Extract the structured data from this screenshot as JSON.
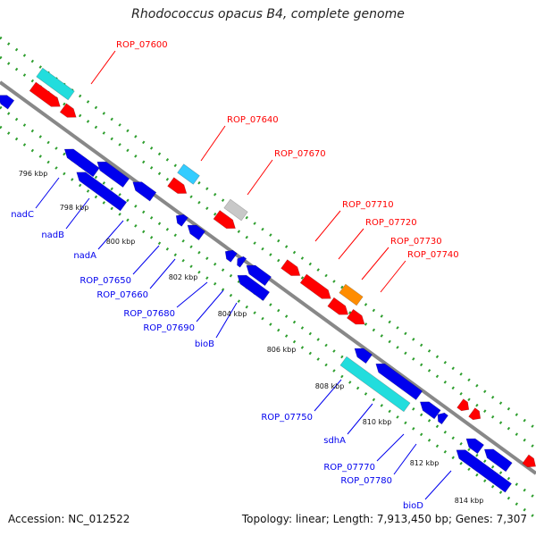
{
  "title": "Rhodococcus opacus B4, complete genome",
  "footer": {
    "accession": "Accession: NC_012522",
    "topology": "Topology: linear; Length: 7,913,450 bp; Genes: 7,307"
  },
  "colors": {
    "forward_gene": "#ff0000",
    "reverse_gene": "#0000ee",
    "rna_light": "#33ccff",
    "rna_cyan": "#22dddd",
    "pseudo_gray": "#c8c8c8",
    "orange": "#ff8c00",
    "backbone": "#888888",
    "tick_dots": "#2e9e2e"
  },
  "kbp_labels": [
    "796 kbp",
    "798 kbp",
    "800 kbp",
    "802 kbp",
    "804 kbp",
    "806 kbp",
    "808 kbp",
    "810 kbp",
    "812 kbp",
    "814 kbp"
  ],
  "forward_labels": [
    "ROP_07600",
    "ROP_07640",
    "ROP_07670",
    "ROP_07710",
    "ROP_07720",
    "ROP_07730",
    "ROP_07740"
  ],
  "reverse_labels": [
    "nadC",
    "nadB",
    "nadA",
    "ROP_07650",
    "ROP_07660",
    "ROP_07680",
    "ROP_07690",
    "bioB",
    "ROP_07750",
    "sdhA",
    "ROP_07770",
    "ROP_07780",
    "bioD"
  ]
}
